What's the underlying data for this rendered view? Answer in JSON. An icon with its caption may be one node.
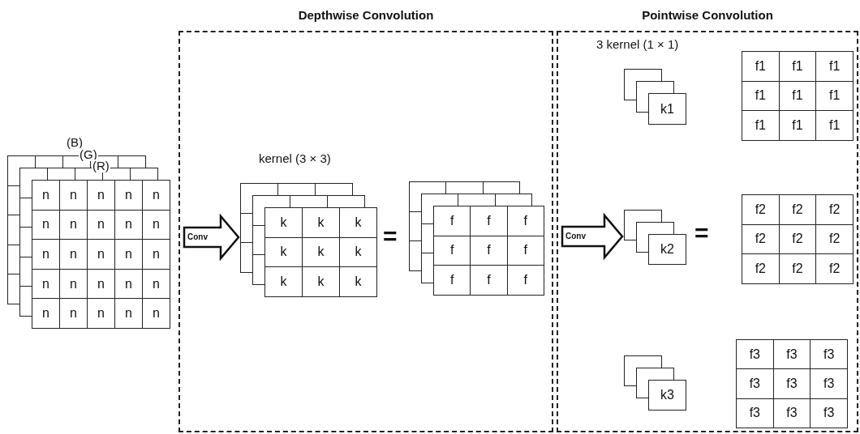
{
  "diagram": {
    "nodes": [
      {
        "text": [
          "Depthwise Convolution"
        ]
      },
      {
        "text": [
          "Pointwise Convolution"
        ]
      },
      {
        "text": [
          "n",
          "n",
          "n",
          "n",
          "n",
          "n",
          "n",
          "n",
          "n",
          "n",
          "n",
          "n",
          "n",
          "n",
          "n",
          "n",
          "n",
          "n",
          "n",
          "n",
          "n",
          "n",
          "n",
          "n",
          "n"
        ],
        "beside": [
          "(B)",
          "(G)",
          "(R)"
        ]
      },
      {
        "text": [
          "k",
          "k",
          "k",
          "k",
          "k",
          "k",
          "k",
          "k",
          "k"
        ],
        "in": 0,
        "beside": [
          "kernel (3 × 3)"
        ]
      },
      {
        "text": [
          "f",
          "f",
          "f",
          "f",
          "f",
          "f",
          "f",
          "f",
          "f"
        ],
        "in": 0
      },
      {
        "text": [
          "k1"
        ],
        "in": 1,
        "beside": [
          "3 kernel (1 × 1)"
        ]
      },
      {
        "text": [
          "f1",
          "f1",
          "f1",
          "f1",
          "f1",
          "f1",
          "f1",
          "f1",
          "f1"
        ],
        "in": 1
      },
      {
        "text": [
          "k2"
        ],
        "in": 1
      },
      {
        "text": [
          "f2",
          "f2",
          "f2",
          "f2",
          "f2",
          "f2",
          "f2",
          "f2",
          "f2"
        ],
        "in": 1
      },
      {
        "text": [
          "k3"
        ],
        "in": 1
      },
      {
        "text": [
          "f3",
          "f3",
          "f3",
          "f3",
          "f3",
          "f3",
          "f3",
          "f3",
          "f3"
        ],
        "in": 1
      }
    ],
    "edges": [
      {
        "from": 2,
        "to": 3,
        "arrow": "to",
        "label": "Conv"
      },
      {
        "from": 4,
        "to": 7,
        "arrow": "to",
        "label": "Conv"
      }
    ],
    "labels": [
      "=",
      "="
    ]
  }
}
